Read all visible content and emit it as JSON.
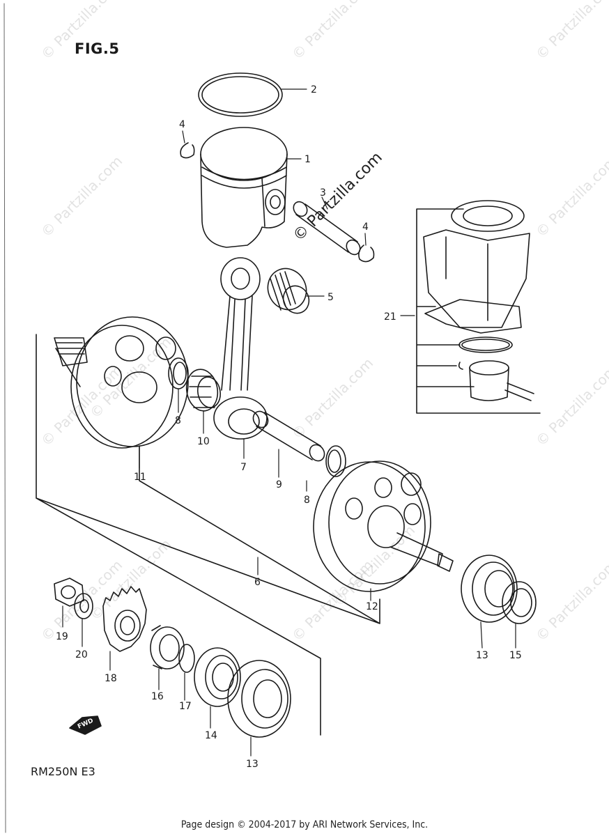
{
  "figure_title": "FIG.5",
  "model_code": "RM250N E3",
  "footer_text": "Page design © 2004-2017 by ARI Network Services, Inc.",
  "watermark_text": "© Partzilla.com",
  "watermark_center_text": "© Partzilla.com",
  "fwd_label": "FWD",
  "callouts": {
    "c1": "1",
    "c2": "2",
    "c3": "3",
    "c4a": "4",
    "c4b": "4",
    "c5": "5",
    "c6": "6",
    "c7": "7",
    "c8a": "8",
    "c8b": "8",
    "c9": "9",
    "c10": "10",
    "c11": "11",
    "c12": "12",
    "c13a": "13",
    "c13b": "13",
    "c14": "14",
    "c15": "15",
    "c16": "16",
    "c17": "17",
    "c18": "18",
    "c19": "19",
    "c20": "20",
    "c21": "21"
  }
}
